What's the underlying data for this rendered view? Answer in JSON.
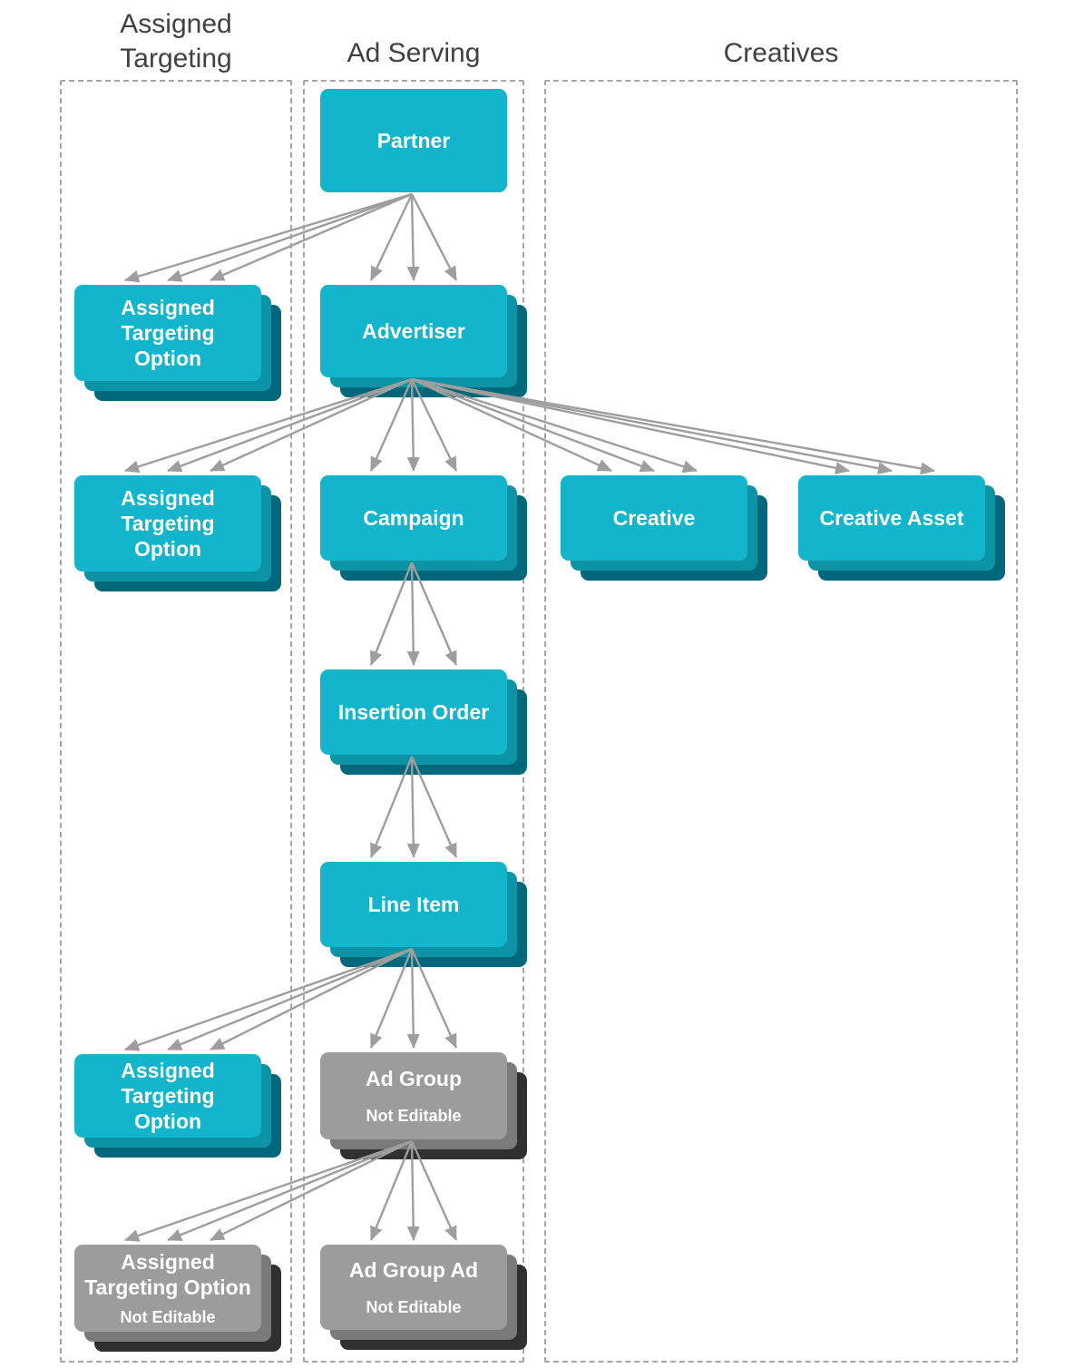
{
  "columns": {
    "assigned_targeting": {
      "label": "Assigned\nTargeting"
    },
    "ad_serving": {
      "label": "Ad Serving"
    },
    "creatives": {
      "label": "Creatives"
    }
  },
  "nodes": {
    "partner": {
      "label": "Partner",
      "column": "ad_serving",
      "editable": true,
      "stacked": false
    },
    "ato1": {
      "label": "Assigned\nTargeting\nOption",
      "column": "assigned_targeting",
      "editable": true,
      "stacked": true
    },
    "advertiser": {
      "label": "Advertiser",
      "column": "ad_serving",
      "editable": true,
      "stacked": true
    },
    "ato2": {
      "label": "Assigned\nTargeting\nOption",
      "column": "assigned_targeting",
      "editable": true,
      "stacked": true
    },
    "campaign": {
      "label": "Campaign",
      "column": "ad_serving",
      "editable": true,
      "stacked": true
    },
    "creative": {
      "label": "Creative",
      "column": "creatives",
      "editable": true,
      "stacked": true
    },
    "creative_asset": {
      "label": "Creative Asset",
      "column": "creatives",
      "editable": true,
      "stacked": true
    },
    "insertion_order": {
      "label": "Insertion Order",
      "column": "ad_serving",
      "editable": true,
      "stacked": true
    },
    "line_item": {
      "label": "Line Item",
      "column": "ad_serving",
      "editable": true,
      "stacked": true
    },
    "ato3": {
      "label": "Assigned\nTargeting\nOption",
      "column": "assigned_targeting",
      "editable": true,
      "stacked": true
    },
    "ad_group": {
      "label": "Ad Group",
      "sublabel": "Not Editable",
      "column": "ad_serving",
      "editable": false,
      "stacked": true
    },
    "ato4": {
      "label": "Assigned\nTargeting Option",
      "sublabel": "Not Editable",
      "column": "assigned_targeting",
      "editable": false,
      "stacked": true
    },
    "ad_group_ad": {
      "label": "Ad Group Ad",
      "sublabel": "Not Editable",
      "column": "ad_serving",
      "editable": false,
      "stacked": true
    }
  },
  "edges": [
    {
      "from": "partner",
      "to": "ato1"
    },
    {
      "from": "partner",
      "to": "advertiser"
    },
    {
      "from": "advertiser",
      "to": "ato2"
    },
    {
      "from": "advertiser",
      "to": "campaign"
    },
    {
      "from": "advertiser",
      "to": "creative"
    },
    {
      "from": "advertiser",
      "to": "creative_asset"
    },
    {
      "from": "campaign",
      "to": "insertion_order"
    },
    {
      "from": "insertion_order",
      "to": "line_item"
    },
    {
      "from": "line_item",
      "to": "ato3"
    },
    {
      "from": "line_item",
      "to": "ad_group"
    },
    {
      "from": "ad_group",
      "to": "ato4"
    },
    {
      "from": "ad_group",
      "to": "ad_group_ad"
    }
  ],
  "edge_style": {
    "lines_per_connection": 3
  },
  "colors": {
    "cyan": "#12b5cb",
    "cyan_mid": "#0d93a6",
    "cyan_dark": "#00687b",
    "gray": "#9c9c9c",
    "gray_mid": "#7a7a7a",
    "gray_dark": "#303030",
    "arrow": "#9e9e9e",
    "dash_border": "#a6a6a6",
    "header_text": "#3f4245"
  }
}
